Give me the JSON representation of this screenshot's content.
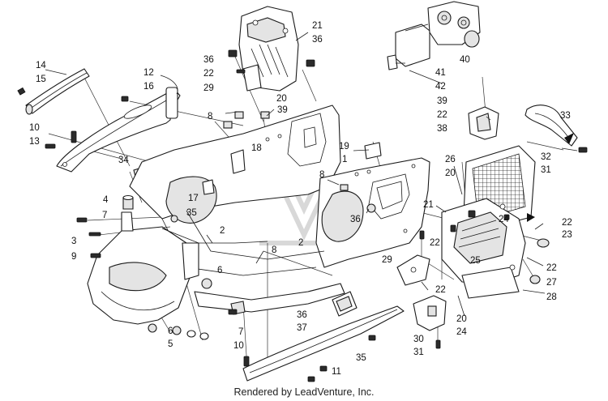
{
  "labels": [
    {
      "text": "14"
    },
    {
      "text": "15"
    },
    {
      "text": "12"
    },
    {
      "text": "16"
    },
    {
      "text": "10"
    },
    {
      "text": "13"
    },
    {
      "text": "34"
    },
    {
      "text": "4"
    },
    {
      "text": "7"
    },
    {
      "text": "3"
    },
    {
      "text": "9"
    },
    {
      "text": "35"
    },
    {
      "text": "17"
    },
    {
      "text": "2"
    },
    {
      "text": "6"
    },
    {
      "text": "6"
    },
    {
      "text": "5"
    },
    {
      "text": "7"
    },
    {
      "text": "10"
    },
    {
      "text": "8"
    },
    {
      "text": "39"
    },
    {
      "text": "18"
    },
    {
      "text": "21"
    },
    {
      "text": "36"
    },
    {
      "text": "36"
    },
    {
      "text": "22"
    },
    {
      "text": "29"
    },
    {
      "text": "20"
    },
    {
      "text": "19"
    },
    {
      "text": "1"
    },
    {
      "text": "8"
    },
    {
      "text": "36"
    },
    {
      "text": "2"
    },
    {
      "text": "8"
    },
    {
      "text": "36"
    },
    {
      "text": "37"
    },
    {
      "text": "35"
    },
    {
      "text": "11"
    },
    {
      "text": "41"
    },
    {
      "text": "42"
    },
    {
      "text": "40"
    },
    {
      "text": "39"
    },
    {
      "text": "22"
    },
    {
      "text": "38"
    },
    {
      "text": "33"
    },
    {
      "text": "32"
    },
    {
      "text": "31"
    },
    {
      "text": "26"
    },
    {
      "text": "20"
    },
    {
      "text": "21"
    },
    {
      "text": "24"
    },
    {
      "text": "22"
    },
    {
      "text": "23"
    },
    {
      "text": "22"
    },
    {
      "text": "25"
    },
    {
      "text": "29"
    },
    {
      "text": "22"
    },
    {
      "text": "22"
    },
    {
      "text": "27"
    },
    {
      "text": "28"
    },
    {
      "text": "20"
    },
    {
      "text": "30"
    },
    {
      "text": "24"
    },
    {
      "text": "31"
    }
  ],
  "footer": {
    "credit": "Rendered by LeadVenture, Inc."
  },
  "colors": {
    "line": "#1a1a1a",
    "background": "#ffffff",
    "watermark": "#d8d8d8"
  }
}
